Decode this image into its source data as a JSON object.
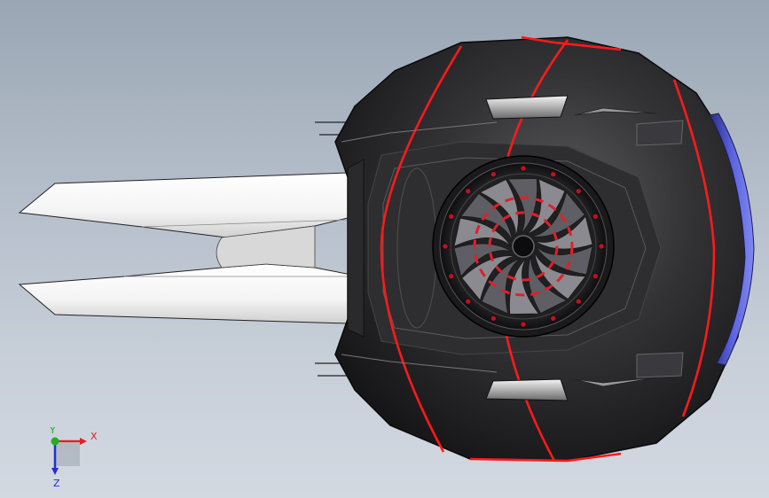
{
  "viewport": {
    "background_top": "#9aa6b4",
    "background_bottom": "#d3d9e1"
  },
  "model": {
    "body_color": "#2b2b2d",
    "accent_stripe_color": "#ff1a1a",
    "fan_accent_color": "#e0202a",
    "side_panel_color": "#4a50c8",
    "prong_color": "#ffffff"
  },
  "triad": {
    "x_label": "X",
    "y_label": "Y",
    "z_label": "Z",
    "x_color": "#e02020",
    "y_color": "#20b020",
    "z_color": "#2030d0"
  }
}
